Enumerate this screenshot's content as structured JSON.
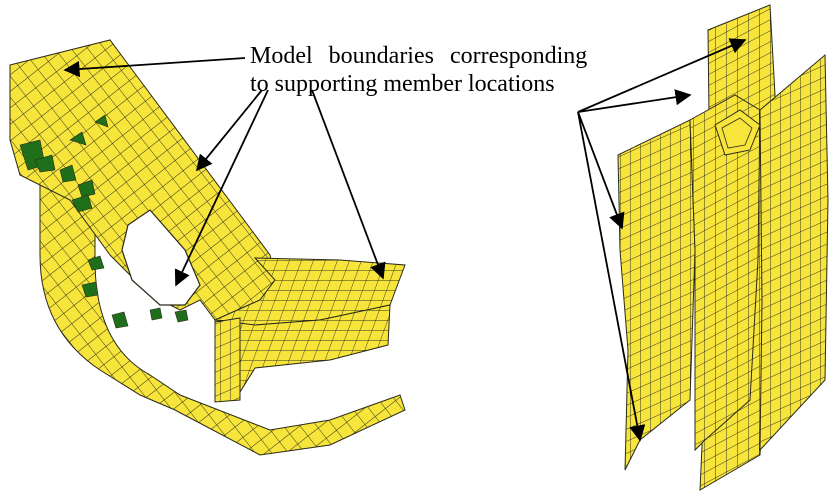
{
  "annotation": {
    "line1": "Model boundaries corresponding",
    "line2": "to supporting member locations"
  },
  "colors": {
    "mesh_fill": "#f7e53b",
    "mesh_line": "#2a2a1a",
    "boundary_element": "#1f6f1a",
    "arrow": "#000000",
    "background": "#ffffff"
  },
  "models": [
    {
      "name": "curved-bracket-mesh-model"
    },
    {
      "name": "vertical-channel-mesh-model"
    }
  ]
}
